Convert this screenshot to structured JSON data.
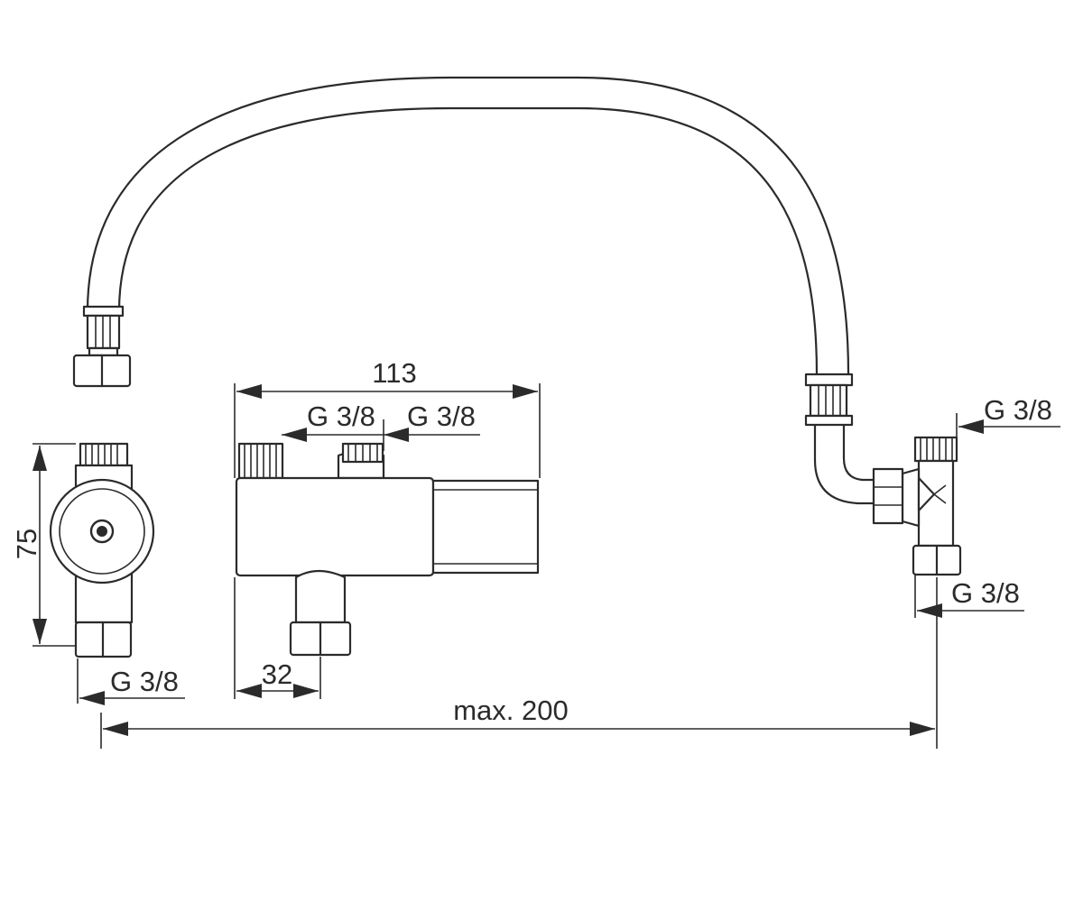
{
  "dimensions": {
    "overall_length": "113",
    "height": "75",
    "outlet_offset": "32",
    "max_reach": "max. 200"
  },
  "threads": {
    "top_left_inlet": "G 3/8",
    "top_right_inlet": "G 3/8",
    "side_view_outlet": "G 3/8",
    "tee_top": "G 3/8",
    "tee_bottom": "G 3/8"
  }
}
